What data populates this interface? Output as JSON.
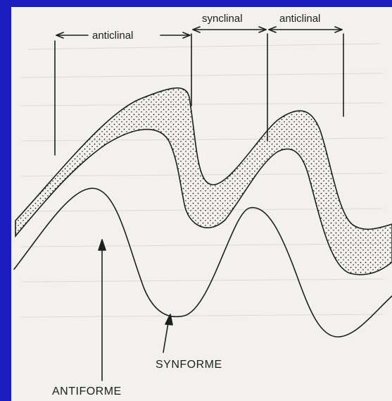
{
  "diagram": {
    "labels": {
      "anticlinal_left": "anticlinal",
      "synclinal": "synclinal",
      "anticlinal_right": "anticlinal",
      "synforme": "SYNFORME",
      "antiforme": "ANTIFORME"
    },
    "colors": {
      "frame": "#1a1cc0",
      "panel": "#f2f1ee",
      "ink": "#1e1e1e"
    }
  }
}
